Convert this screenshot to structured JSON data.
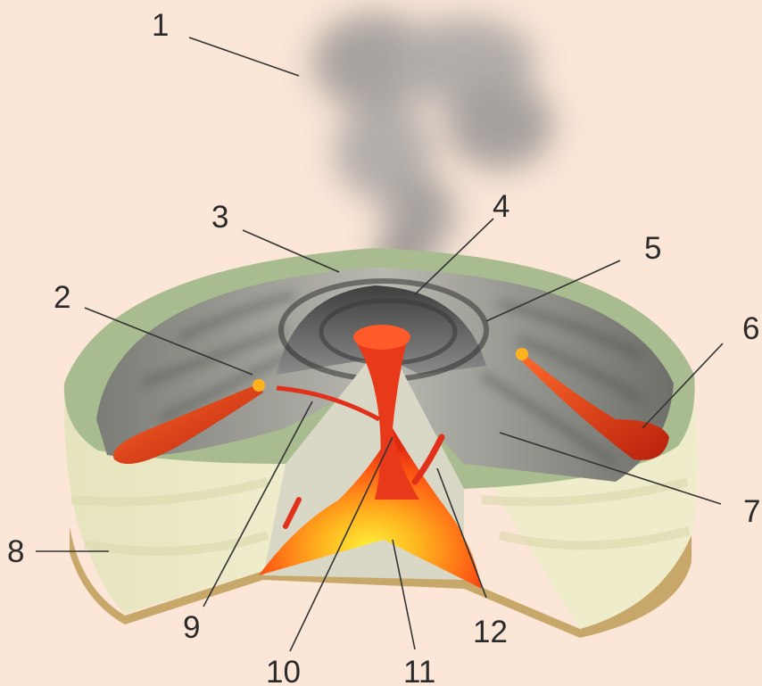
{
  "labels": {
    "l1": "1",
    "l2": "2",
    "l3": "3",
    "l4": "4",
    "l5": "5",
    "l6": "6",
    "l7": "7",
    "l8": "8",
    "l9": "9",
    "l10": "10",
    "l11": "11",
    "l12": "12"
  },
  "colors": {
    "background": "#fbe6d7",
    "ground_top": "#a9bc8f",
    "rock_layer": "#ecebc6",
    "base_layer": "#c8a86a",
    "cone": "#5b5b5b",
    "lava": "#e23a16",
    "magma_core": "#ffd21e",
    "smoke": "#8a8a8a"
  }
}
